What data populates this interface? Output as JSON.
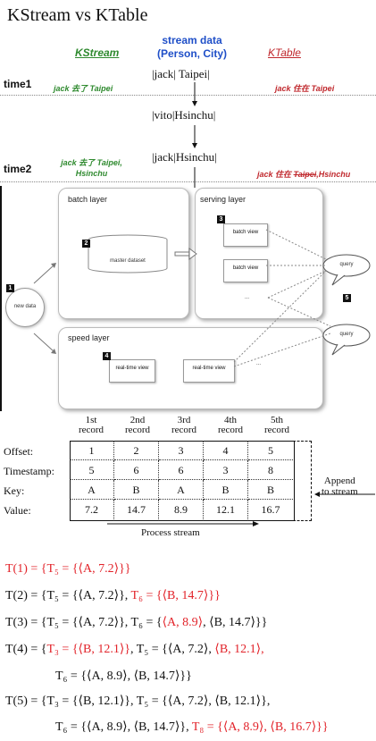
{
  "top": {
    "title": "KStream vs KTable",
    "kstream_label": "KStream",
    "ktable_label": "KTable",
    "stream_header_line1": "stream data",
    "stream_header_line2": "(Person, City)",
    "time1": "time1",
    "time2": "time2",
    "row1_record": "|jack| Taipei|",
    "row2_record": "|vito|Hsinchu|",
    "row3_record": "|jack|Hsinchu|",
    "t1_left": "jack 去了 Taipei",
    "t1_right": "jack 住在 Taipei",
    "t2_left_line1": "jack 去了 Taipei,",
    "t2_left_line2": "Hsinchu",
    "t2_right_prefix": "jack 住在 ",
    "t2_right_struck": "Taipei",
    "t2_right_suffix": ",Hsinchu"
  },
  "lambda": {
    "batch_layer": "batch layer",
    "serving_layer": "serving layer",
    "speed_layer": "speed layer",
    "master_dataset": "master dataset",
    "batch_view_1": "batch view",
    "batch_view_2": "batch view",
    "realtime_view_1": "real-time view",
    "realtime_view_2": "real-time view",
    "new_data": "new data",
    "query_1": "query",
    "query_2": "query",
    "ellipsis": "...",
    "n1": "1",
    "n2": "2",
    "n3": "3",
    "n4": "4",
    "n5": "5"
  },
  "records": {
    "headers": [
      [
        "1st",
        "record"
      ],
      [
        "2nd",
        "record"
      ],
      [
        "3rd",
        "record"
      ],
      [
        "4th",
        "record"
      ],
      [
        "5th",
        "record"
      ]
    ],
    "row_labels": [
      "Offset:",
      "Timestamp:",
      "Key:",
      "Value:"
    ],
    "rows": [
      [
        "1",
        "2",
        "3",
        "4",
        "5"
      ],
      [
        "5",
        "6",
        "6",
        "3",
        "8"
      ],
      [
        "A",
        "B",
        "A",
        "B",
        "B"
      ],
      [
        "7.2",
        "14.7",
        "8.9",
        "12.1",
        "16.7"
      ]
    ],
    "append_line1": "Append",
    "append_line2": "to stream",
    "process": "Process stream"
  },
  "formulas": [
    {
      "black": "",
      "red": "T(1) = {T₅ = {⟨A, 7.2⟩}}"
    },
    {
      "black": "T(2) = {T₅ = {⟨A, 7.2⟩}, ",
      "red": "T₆ = {⟨B, 14.7⟩}}"
    },
    {
      "black": "T(3) = {T₅ = {⟨A, 7.2⟩}, T₆ = {",
      "red": "⟨A, 8.9⟩",
      "tail": ", ⟨B, 14.7⟩}}"
    },
    {
      "black": "T(4) = {",
      "red": "T₃ = {⟨B, 12.1⟩}",
      "mid": ", T₅ = {⟨A, 7.2⟩, ",
      "red2": "⟨B, 12.1⟩,"
    },
    {
      "black": "T₆ = {⟨A, 8.9⟩, ⟨B, 14.7⟩}}"
    },
    {
      "black": "T(5) = {T₃ = {⟨B, 12.1⟩}, T₅ = {⟨A, 7.2⟩, ⟨B, 12.1⟩},"
    },
    {
      "black": "T₆ = {⟨A, 8.9⟩, ⟨B, 14.7⟩}, ",
      "red": "T₈ = {⟨A, 8.9⟩, ⟨B, 16.7⟩}}"
    }
  ]
}
